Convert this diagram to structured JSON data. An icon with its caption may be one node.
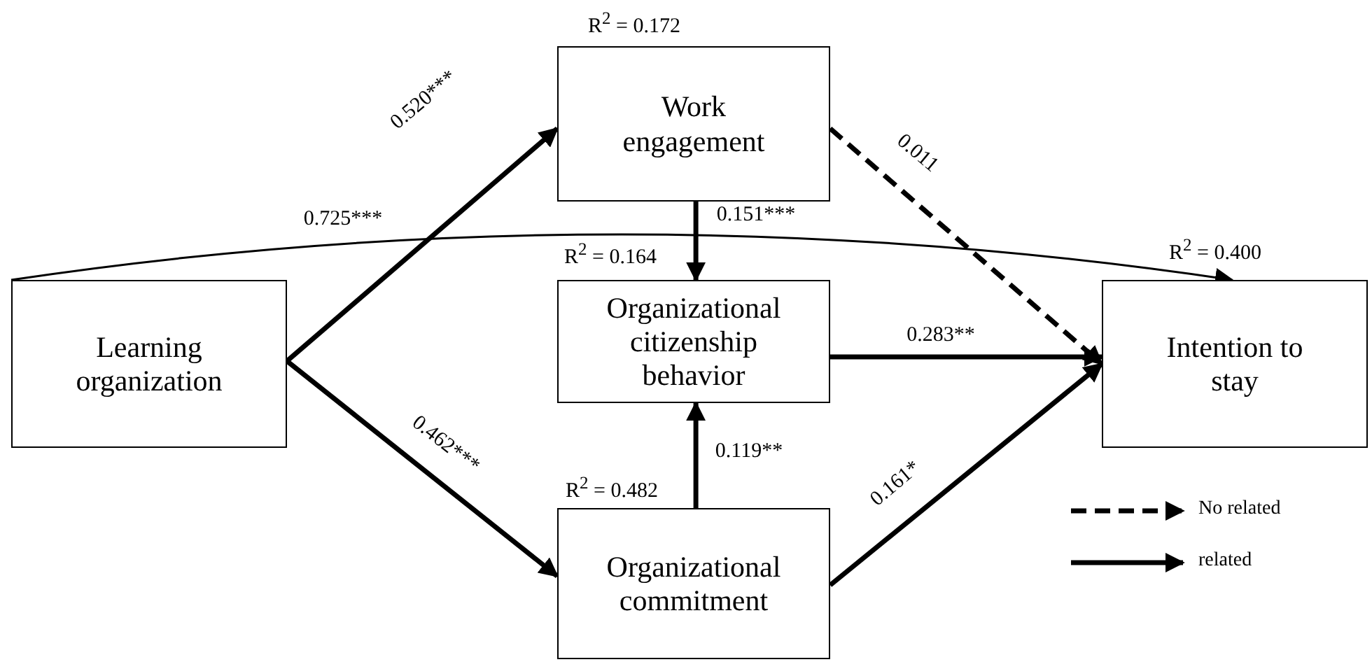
{
  "diagram": {
    "nodes": [
      {
        "text": [
          "Learning organization"
        ]
      },
      {
        "text": [
          "Work engagement"
        ],
        "beside": [
          "R$^{2}$ = 0.172"
        ]
      },
      {
        "text": [
          "Organizational citizenship behavior"
        ],
        "beside": [
          "R$^{2}$ = 0.164"
        ]
      },
      {
        "text": [
          "Organizational commitment"
        ],
        "beside": [
          "R$^{2}$ = 0.482"
        ]
      },
      {
        "text": [
          "Intention to stay"
        ],
        "beside": [
          "R$^{2}$ = 0.400"
        ]
      }
    ],
    "edges": [
      {
        "from": 0,
        "to": 1,
        "arrow": "to",
        "label": "0.520***"
      },
      {
        "from": 0,
        "to": 4,
        "arrow": "to",
        "label": "0.725***"
      },
      {
        "from": 0,
        "to": 3,
        "arrow": "to",
        "label": "0.462***"
      },
      {
        "from": 1,
        "to": 2,
        "arrow": "to",
        "label": "0.151***"
      },
      {
        "from": 1,
        "to": 4,
        "arrow": "to",
        "label": "0.011",
        "style": "dashed"
      },
      {
        "from": 2,
        "to": 4,
        "arrow": "to",
        "label": "0.283**"
      },
      {
        "from": 3,
        "to": 2,
        "arrow": "to",
        "label": "0.119**"
      },
      {
        "from": 3,
        "to": 4,
        "arrow": "to",
        "label": "0.161*"
      }
    ],
    "legend": [
      {
        "text": "No related"
      },
      {
        "text": "related"
      }
    ]
  }
}
